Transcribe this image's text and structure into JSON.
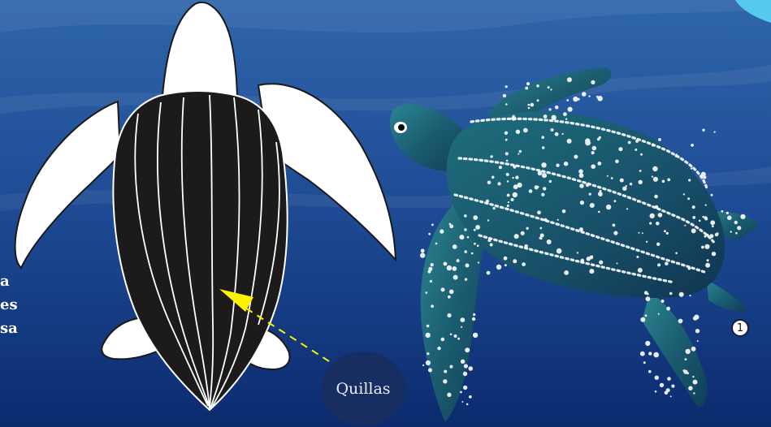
{
  "colors": {
    "ocean_top": "#2e63a6",
    "ocean_bottom": "#0d2c72",
    "carapace": "#1c1a1b",
    "flipper": "#ffffff",
    "arrow": "#fff200",
    "turtle_skin": "#1e6a7a"
  },
  "side_text_fragments": [
    "a",
    "es",
    "sa"
  ],
  "callout": {
    "label": "Quillas"
  },
  "marker": {
    "label": "1"
  }
}
